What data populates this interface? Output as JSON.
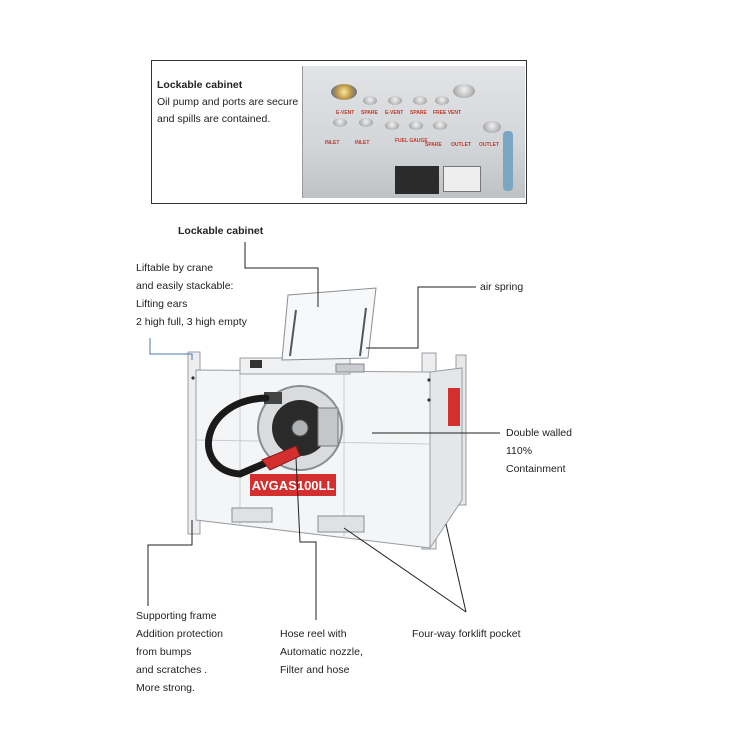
{
  "inset": {
    "title": "Lockable cabinet",
    "lines": [
      "Oil pump and ports are secure",
      "and spills are contained."
    ],
    "port_labels_top": [
      "E-VENT",
      "SPARE",
      "E-VENT",
      "SPARE",
      "FREE VENT"
    ],
    "port_labels_bottom": [
      "INLET",
      "INLET",
      "FUEL GAUGE",
      "SPARE",
      "OUTLET",
      "OUTLET"
    ]
  },
  "callouts": {
    "lockable_cabinet": "Lockable cabinet",
    "liftable": [
      "Liftable by crane",
      "and easily stackable:",
      "Lifting ears",
      "2 high full, 3 high empty"
    ],
    "air_spring": "air spring",
    "double_walled": [
      "Double walled",
      "110%",
      "Containment"
    ],
    "supporting_frame": [
      "Supporting frame",
      "Addition protection",
      "from bumps",
      "and scratches .",
      "More strong."
    ],
    "hose_reel": [
      "Hose reel with",
      "Automatic nozzle,",
      "Filter and hose"
    ],
    "forklift": "Four-way forklift pocket"
  },
  "tank": {
    "label": "AVGAS100LL",
    "label_bg": "#d32f2f"
  },
  "colors": {
    "leader_line": "#222222",
    "accent_line": "#4a78b5",
    "tank_body": "#f4f5f6",
    "hose": "#1a1a1a"
  }
}
